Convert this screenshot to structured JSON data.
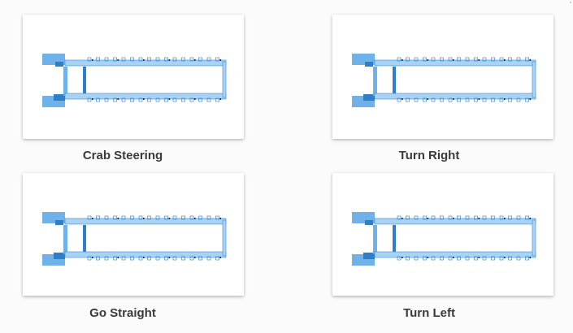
{
  "diagrams": [
    {
      "caption": "Crab Steering"
    },
    {
      "caption": "Turn Right"
    },
    {
      "caption": "Go Straight"
    },
    {
      "caption": "Turn Left"
    }
  ],
  "colors": {
    "background": "#fbfbfb",
    "panel": "#ffffff",
    "beam_light": "#a9d3f5",
    "beam_mid": "#6fb2ea",
    "beam_dark": "#2f7fc8",
    "outline": "#3d8bd4",
    "accent_dark": "#0d2c52",
    "caption_text": "#3a3a3a"
  }
}
